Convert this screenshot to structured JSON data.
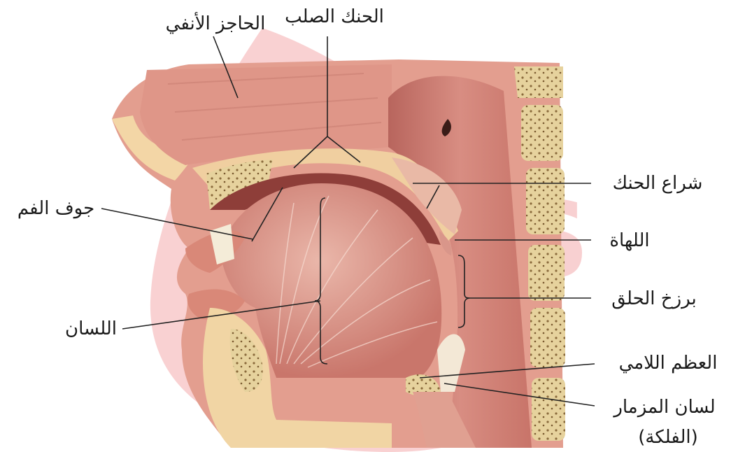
{
  "labels": {
    "nasal_septum": "الحاجز الأنفي",
    "hard_palate": "الحنك الصلب",
    "oral_cavity": "جوف الفم",
    "soft_palate": "شراع الحنك",
    "uvula": "اللهاة",
    "isthmus_of_fauces": "برزخ الحلق",
    "tongue": "اللسان",
    "hyoid_bone": "العظم اللامي",
    "epiglottis_line1": "لسان المزمار",
    "epiglottis_line2": "(الفلكة)"
  },
  "colors": {
    "watermark": "#e8595d",
    "muscle": "#dc8b80",
    "muscle_light": "#eab0a4",
    "bone": "#e4cf98",
    "leader_line": "#222222"
  }
}
